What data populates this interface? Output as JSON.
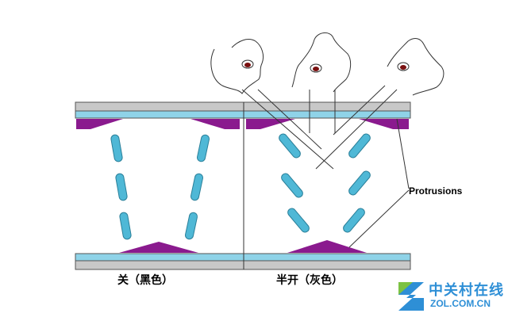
{
  "labels": {
    "left_state": "关（黑色）",
    "right_state": "半开（灰色）",
    "annotation": "Protrusions"
  },
  "watermark": {
    "name_cn": "中关村在线",
    "site": "ZOL.COM.CN"
  },
  "colors": {
    "glass_gray": "#c8c8c8",
    "glass_blue": "#8fd3e8",
    "protrusion": "#8a1a8e",
    "crystal": "#4fb8d6",
    "line": "#000000",
    "logo_blue": "#2e8fd6"
  }
}
